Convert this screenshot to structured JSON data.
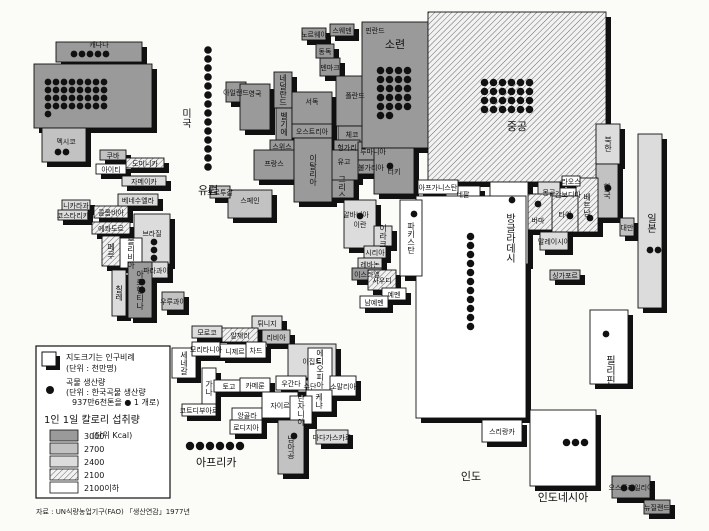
{
  "colors": {
    "c3000": "#9a9a9a",
    "c2700": "#c2c2c2",
    "c2400": "#dcdcdc",
    "c2100": "#f2f2f2",
    "cLow": "#ffffff",
    "shadow": "#111111",
    "ink": "#111111"
  },
  "icons": {
    "grain_dot": "black-circle-icon",
    "size_box": "3d-box-icon"
  },
  "continents": {
    "europe": "유럽",
    "africa": "아프리카"
  },
  "legend": {
    "size_title": "지도크기는 인구비례",
    "size_unit": "(단위 : 천만명)",
    "grain_title": "곡물 생산량",
    "grain_unit": "(단위 : 한국곡물 생산량",
    "grain_unit2": "937만6천톤을 ● 1 개로)",
    "calorie_title": "1인 1일 칼로리 섭취량",
    "calorie_unit": "(단위 Kcal)",
    "classes": [
      {
        "label": "3000",
        "level": "c3000"
      },
      {
        "label": "2700",
        "level": "c2700"
      },
      {
        "label": "2400",
        "level": "c2400"
      },
      {
        "label": "2100",
        "level": "c2100"
      },
      {
        "label": "2100이하",
        "level": "cLow"
      }
    ]
  },
  "source": "자료 : UN식량농업기구(FAO) 「생산연감」1977년",
  "countries": [
    {
      "id": "canada",
      "label": "캐나다",
      "level": "c3000",
      "grain": 5
    },
    {
      "id": "usa",
      "label": "미국",
      "level": "c3000",
      "grain": 33
    },
    {
      "id": "mexico",
      "label": "멕시코",
      "level": "c2700",
      "grain": 2
    },
    {
      "id": "cuba",
      "label": "쿠바",
      "level": "c2700",
      "grain": 0
    },
    {
      "id": "dominica",
      "label": "도미니카",
      "level": "c2100",
      "grain": 0
    },
    {
      "id": "haiti",
      "label": "아이티",
      "level": "cLow",
      "grain": 0
    },
    {
      "id": "jamaica",
      "label": "자메이카",
      "level": "c2400",
      "grain": 0
    },
    {
      "id": "nicaragua",
      "label": "니카라과",
      "level": "c2400",
      "grain": 0
    },
    {
      "id": "costarica",
      "label": "코스타리카",
      "level": "c2400",
      "grain": 0
    },
    {
      "id": "colombia",
      "label": "콜롬비아",
      "level": "c2100",
      "grain": 0
    },
    {
      "id": "venezuela",
      "label": "베네수엘라",
      "level": "c2400",
      "grain": 0
    },
    {
      "id": "ecuador",
      "label": "에콰도르",
      "level": "c2100",
      "grain": 0
    },
    {
      "id": "brazil",
      "label": "브라질",
      "level": "c2400",
      "grain": 3
    },
    {
      "id": "bolivia",
      "label": "볼리비아",
      "level": "cLow",
      "grain": 0
    },
    {
      "id": "peru",
      "label": "페루",
      "level": "c2100",
      "grain": 0
    },
    {
      "id": "paraguay",
      "label": "파라과이",
      "level": "c2400",
      "grain": 0
    },
    {
      "id": "chile",
      "label": "칠레",
      "level": "c2400",
      "grain": 0
    },
    {
      "id": "argentina",
      "label": "아르헨티나",
      "level": "c3000",
      "grain": 2
    },
    {
      "id": "uruguay",
      "label": "우루과이",
      "level": "c2700",
      "grain": 0
    },
    {
      "id": "ireland",
      "label": "아일랜드",
      "level": "c3000",
      "grain": 0
    },
    {
      "id": "uk",
      "label": "영국",
      "level": "c3000",
      "grain": 0
    },
    {
      "id": "netherlands",
      "label": "네덜란드",
      "level": "c3000",
      "grain": 0
    },
    {
      "id": "belgium",
      "label": "벨기에",
      "level": "c3000",
      "grain": 0
    },
    {
      "id": "westgermany",
      "label": "서독",
      "level": "c3000",
      "grain": 0
    },
    {
      "id": "denmark",
      "label": "덴마크",
      "level": "c3000",
      "grain": 0
    },
    {
      "id": "poland",
      "label": "폴란드",
      "level": "c3000",
      "grain": 0
    },
    {
      "id": "czech",
      "label": "체코",
      "level": "c3000",
      "grain": 0
    },
    {
      "id": "austria",
      "label": "오스트리아",
      "level": "c3000",
      "grain": 0
    },
    {
      "id": "hungary",
      "label": "헝가리",
      "level": "c3000",
      "grain": 0
    },
    {
      "id": "switzerland",
      "label": "스위스",
      "level": "c3000",
      "grain": 0
    },
    {
      "id": "romania",
      "label": "루마니아",
      "level": "c3000",
      "grain": 0
    },
    {
      "id": "bulgaria",
      "label": "불가리아",
      "level": "c3000",
      "grain": 0
    },
    {
      "id": "greece",
      "label": "그리스",
      "level": "c3000",
      "grain": 0
    },
    {
      "id": "albania",
      "label": "알바니아",
      "level": "c2700",
      "grain": 0
    },
    {
      "id": "france",
      "label": "프랑스",
      "level": "c3000",
      "grain": 0
    },
    {
      "id": "yugoslavia",
      "label": "유고",
      "level": "c3000",
      "grain": 0
    },
    {
      "id": "italy",
      "label": "이탈리아",
      "level": "c3000",
      "grain": 0
    },
    {
      "id": "spain",
      "label": "스페인",
      "level": "c2700",
      "grain": 0
    },
    {
      "id": "portugal",
      "label": "포르투갈",
      "level": "c2700",
      "grain": 0
    },
    {
      "id": "sweden",
      "label": "스웨덴",
      "level": "c3000",
      "grain": 0
    },
    {
      "id": "finland",
      "label": "핀란드",
      "level": "c3000",
      "grain": 0
    },
    {
      "id": "norway",
      "label": "노르웨이",
      "level": "c3000",
      "grain": 0
    },
    {
      "id": "eastgermany",
      "label": "동독",
      "level": "c3000",
      "grain": 0
    },
    {
      "id": "ussr",
      "label": "소련",
      "level": "c3000",
      "grain": 22
    },
    {
      "id": "china",
      "label": "중공",
      "level": "c2100",
      "grain": 24
    },
    {
      "id": "mongolia",
      "label": "몽골",
      "level": "c2400",
      "grain": 0
    },
    {
      "id": "northkorea",
      "label": "북한",
      "level": "c2400",
      "grain": 0
    },
    {
      "id": "southkorea",
      "label": "한국",
      "level": "c2700",
      "grain": 1
    },
    {
      "id": "japan",
      "label": "일본",
      "level": "c2400",
      "grain": 2
    },
    {
      "id": "taiwan",
      "label": "대만",
      "level": "c2700",
      "grain": 0
    },
    {
      "id": "philippines",
      "label": "필리핀",
      "level": "cLow",
      "grain": 1
    },
    {
      "id": "vietnam",
      "label": "베트남",
      "level": "c2100",
      "grain": 1
    },
    {
      "id": "laos",
      "label": "라오스",
      "level": "cLow",
      "grain": 0
    },
    {
      "id": "cambodia",
      "label": "캄보디아",
      "level": "cLow",
      "grain": 0
    },
    {
      "id": "thailand",
      "label": "타이",
      "level": "c2100",
      "grain": 1
    },
    {
      "id": "burma",
      "label": "버마",
      "level": "c2100",
      "grain": 1
    },
    {
      "id": "malaysia",
      "label": "말레이시아",
      "level": "c2400",
      "grain": 0
    },
    {
      "id": "singapore",
      "label": "싱가포르",
      "level": "c2700",
      "grain": 0
    },
    {
      "id": "indonesia",
      "label": "인도네시아",
      "level": "cLow",
      "grain": 3
    },
    {
      "id": "bangladesh",
      "label": "방글라데시",
      "level": "cLow",
      "grain": 1
    },
    {
      "id": "nepal",
      "label": "네팔",
      "level": "cLow",
      "grain": 0
    },
    {
      "id": "india",
      "label": "인도",
      "level": "cLow",
      "grain": 11
    },
    {
      "id": "srilanka",
      "label": "스리랑카",
      "level": "cLow",
      "grain": 0
    },
    {
      "id": "pakistan",
      "label": "파키스탄",
      "level": "cLow",
      "grain": 1
    },
    {
      "id": "afghanistan",
      "label": "아프가니스탄",
      "level": "cLow",
      "grain": 0
    },
    {
      "id": "iran",
      "label": "이란",
      "level": "c2400",
      "grain": 1
    },
    {
      "id": "iraq",
      "label": "이라크",
      "level": "c2400",
      "grain": 0
    },
    {
      "id": "turkey",
      "label": "터키",
      "level": "c3000",
      "grain": 1
    },
    {
      "id": "syria",
      "label": "시리아",
      "level": "c2400",
      "grain": 0
    },
    {
      "id": "lebanon",
      "label": "레바논",
      "level": "c2400",
      "grain": 0
    },
    {
      "id": "israel",
      "label": "이스라엘",
      "level": "c3000",
      "grain": 0
    },
    {
      "id": "saudi",
      "label": "사우디",
      "level": "c2100",
      "grain": 0
    },
    {
      "id": "yemen",
      "label": "예멘",
      "level": "cLow",
      "grain": 0
    },
    {
      "id": "southyemen",
      "label": "남예멘",
      "level": "cLow",
      "grain": 0
    },
    {
      "id": "tunisia",
      "label": "튀니지",
      "level": "c2400",
      "grain": 0
    },
    {
      "id": "morocco",
      "label": "모로코",
      "level": "c2400",
      "grain": 0
    },
    {
      "id": "algeria",
      "label": "알제리",
      "level": "c2100",
      "grain": 0
    },
    {
      "id": "libya",
      "label": "리비아",
      "level": "c2700",
      "grain": 0
    },
    {
      "id": "egypt",
      "label": "이집트",
      "level": "c2400",
      "grain": 0
    },
    {
      "id": "senegal",
      "label": "세네갈",
      "level": "cLow",
      "grain": 0
    },
    {
      "id": "mauritania",
      "label": "모리타니아",
      "level": "cLow",
      "grain": 0
    },
    {
      "id": "mali",
      "label": "니제르",
      "level": "cLow",
      "grain": 0
    },
    {
      "id": "chad",
      "label": "차드",
      "level": "cLow",
      "grain": 0
    },
    {
      "id": "sudan",
      "label": "수단",
      "level": "cLow",
      "grain": 0
    },
    {
      "id": "ethiopia",
      "label": "에티오피아",
      "level": "cLow",
      "grain": 0
    },
    {
      "id": "somalia",
      "label": "소말리아",
      "level": "cLow",
      "grain": 0
    },
    {
      "id": "ghana",
      "label": "가나",
      "level": "cLow",
      "grain": 0
    },
    {
      "id": "togo",
      "label": "토고",
      "level": "cLow",
      "grain": 0
    },
    {
      "id": "cameroon",
      "label": "카메룬",
      "level": "cLow",
      "grain": 0
    },
    {
      "id": "uganda",
      "label": "우간다",
      "level": "cLow",
      "grain": 0
    },
    {
      "id": "kenya",
      "label": "케냐",
      "level": "cLow",
      "grain": 0
    },
    {
      "id": "ivorycoast",
      "label": "코트디부아르",
      "level": "cLow",
      "grain": 0
    },
    {
      "id": "angola",
      "label": "앙골라",
      "level": "cLow",
      "grain": 0
    },
    {
      "id": "rhodesia",
      "label": "로디지아",
      "level": "cLow",
      "grain": 0
    },
    {
      "id": "zaire",
      "label": "자이르",
      "level": "cLow",
      "grain": 0
    },
    {
      "id": "tanzania",
      "label": "탄자니아",
      "level": "cLow",
      "grain": 0
    },
    {
      "id": "madagascar",
      "label": "마다가스카르",
      "level": "c2400",
      "grain": 0
    },
    {
      "id": "southafrica",
      "label": "남아공",
      "level": "c2700",
      "grain": 1
    },
    {
      "id": "australia",
      "label": "오스트레일리아",
      "level": "c3000",
      "grain": 2
    },
    {
      "id": "newzealand",
      "label": "뉴질랜드",
      "level": "c3000",
      "grain": 0
    }
  ]
}
